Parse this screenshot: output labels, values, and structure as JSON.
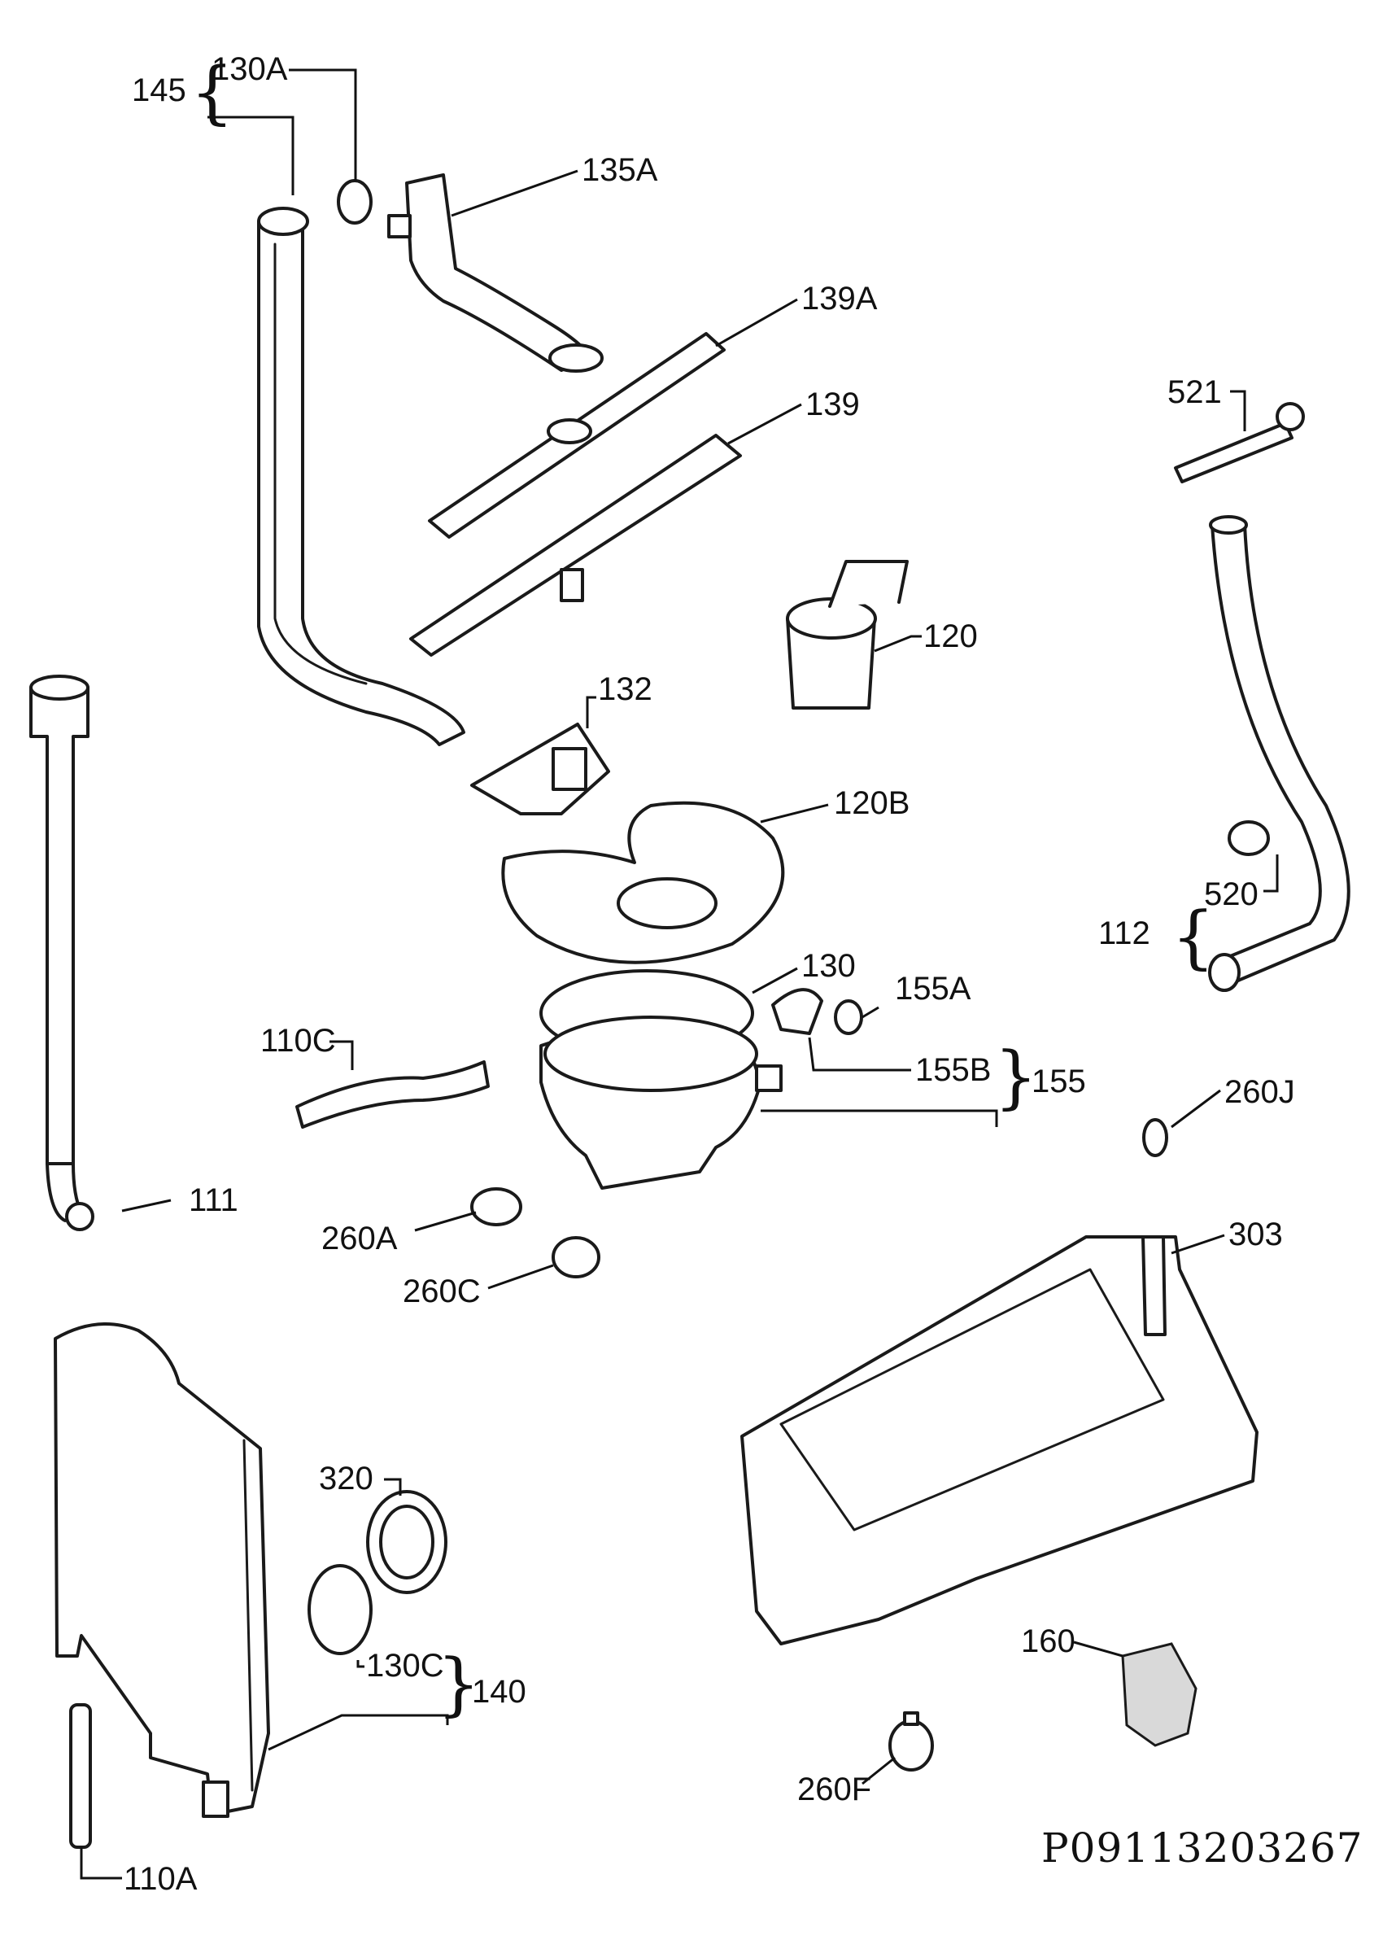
{
  "labels": {
    "l145": "145",
    "l130a": "130A",
    "l135a": "135A",
    "l139a": "139A",
    "l139": "139",
    "l521": "521",
    "l120": "120",
    "l132": "132",
    "l120b": "120B",
    "l520": "520",
    "l112": "112",
    "l130": "130",
    "l155a": "155A",
    "l110c": "110C",
    "l155b": "155B",
    "l155": "155",
    "l260j": "260J",
    "l111": "111",
    "l260a": "260A",
    "l303": "303",
    "l260c": "260C",
    "l320": "320",
    "l130c": "130C",
    "l140": "140",
    "l160": "160",
    "l260f": "260F",
    "l110a": "110A"
  },
  "drawing_id": "P09113203267"
}
